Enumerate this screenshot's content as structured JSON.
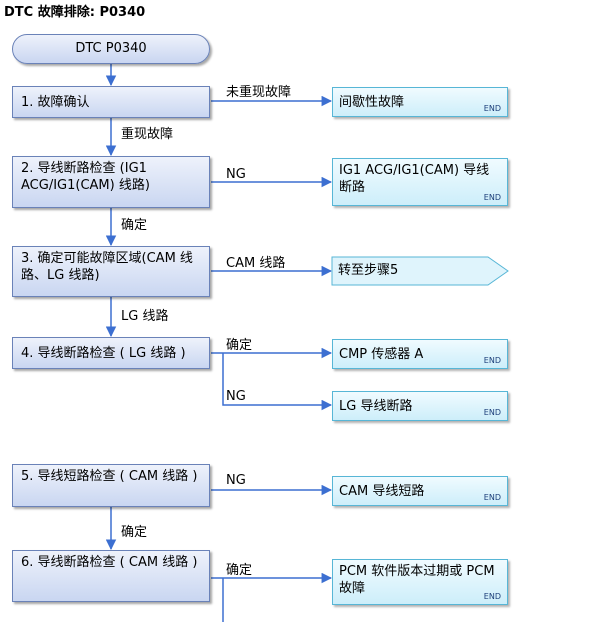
{
  "title": "DTC 故障排除: P0340",
  "start": "DTC P0340",
  "steps": [
    "1.  故障确认",
    "2.  导线断路检查 (IG1 ACG/IG1(CAM) 线路)",
    "3.  确定可能故障区域(CAM 线路、LG 线路)",
    "4.  导线断路检查 ( LG 线路 )",
    "5.  导线短路检查 ( CAM 线路 )",
    "6.  导线断路检查 ( CAM 线路 )"
  ],
  "results": [
    "间歇性故障",
    "IG1 ACG/IG1(CAM) 导线断路",
    "转至步骤5",
    "CMP 传感器 A",
    "LG 导线断路",
    "CAM 导线短路",
    "PCM 软件版本过期或 PCM 故障"
  ],
  "end_label": "END",
  "edge_labels": {
    "s1_side": "未重现故障",
    "s1_down": "重现故障",
    "s2_side": "NG",
    "s2_down": "确定",
    "s3_side": "CAM 线路",
    "s3_down": "LG 线路",
    "s4_ok": "确定",
    "s4_ng": "NG",
    "s5_side": "NG",
    "s5_down": "确定",
    "s6_side": "确定"
  }
}
